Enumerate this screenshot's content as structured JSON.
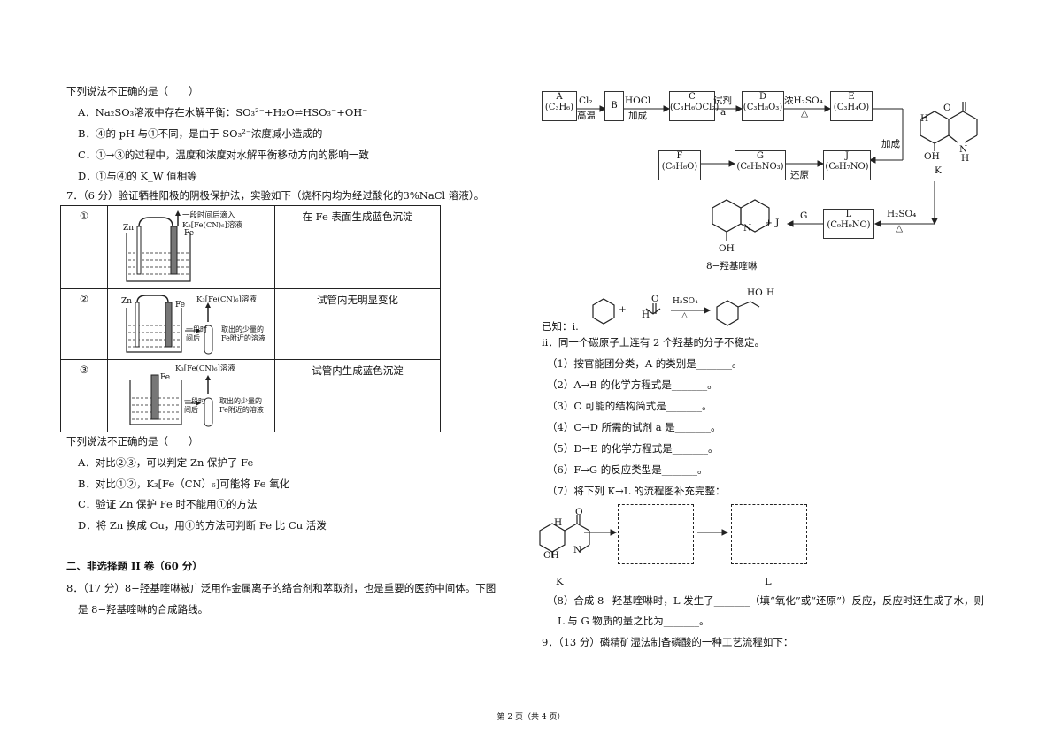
{
  "left": {
    "q6_prompt": "下列说法不正确的是（　　）",
    "q6_options": [
      "A．Na₂SO₃溶液中存在水解平衡：SO₃²⁻+H₂O⇌HSO₃⁻+OH⁻",
      "B．④的 pH 与①不同，是由于 SO₃²⁻浓度减小造成的",
      "C．①→③的过程中，温度和浓度对水解平衡移动方向的影响一致",
      "D．①与④的 K_W 值相等"
    ],
    "q7_title": "7．（6 分）验证牺牲阳极的阴极保护法，实验如下（烧杯内均为经过酸化的3%NaCl 溶液）。",
    "q7_rows": [
      {
        "num": "①",
        "result": "在 Fe 表面生成蓝色沉淀",
        "labels": [
          "一段时间后滴入",
          "K₃[Fe(CN)₆]溶液",
          "Zn",
          "Fe"
        ]
      },
      {
        "num": "②",
        "result": "试管内无明显变化",
        "labels": [
          "K₃[Fe(CN)₆]溶液",
          "Zn",
          "Fe",
          "一段时",
          "间后",
          "取出的少量的",
          "Fe附近的溶液"
        ]
      },
      {
        "num": "③",
        "result": "试管内生成蓝色沉淀",
        "labels": [
          "K₃[Fe(CN)₆]溶液",
          "Fe",
          "一段时",
          "间后",
          "取出的少量的",
          "Fe附近的溶液"
        ]
      }
    ],
    "q7_prompt": "下列说法不正确的是（　　）",
    "q7_options": [
      "A．对比②③，可以判定 Zn 保护了 Fe",
      "B．对比①②，K₃[Fe（CN）₆]可能将 Fe 氧化",
      "C．验证 Zn 保护 Fe 时不能用①的方法",
      "D．将 Zn 换成 Cu，用①的方法可判断 Fe 比 Cu 活泼"
    ],
    "section2": "二、非选择题 II 卷（60 分）",
    "q8_intro_1": "8．（17 分）8−羟基喹啉被广泛用作金属离子的络合剂和萃取剂，也是重要的医药中间体。下图",
    "q8_intro_2": "是 8−羟基喹啉的合成路线。"
  },
  "right": {
    "flow_boxes": {
      "A": [
        "A",
        "(C₃H₆)"
      ],
      "B": [
        "B"
      ],
      "C": [
        "C",
        "(C₃H₆OCl₂)"
      ],
      "D": [
        "D",
        "(C₃H₈O₃)"
      ],
      "E": [
        "E",
        "(C₃H₄O)"
      ],
      "F": [
        "F",
        "(C₆H₆O)"
      ],
      "G": [
        "G",
        "(C₆H₅NO₃)"
      ],
      "J": [
        "J",
        "(C₆H₇NO)"
      ],
      "L": [
        "L",
        "(C₉H₉NO)"
      ]
    },
    "flow_arrows": {
      "ab_top": "Cl₂",
      "ab_bottom": "高温",
      "bc_top": "HOCl",
      "bc_bottom": "加成",
      "cd_top": "试剂",
      "cd_bottom": "a",
      "de_top": "浓H₂SO₄",
      "de_bottom": "△",
      "gj_bottom": "还原",
      "add": "加成",
      "kl_top": "H₂SO₄",
      "kl_bottom": "△",
      "g_label": "G",
      "plus_j": "+ J",
      "k_label": "K",
      "product": "8−羟基喹啉",
      "oh": "OH",
      "h": "H",
      "n": "N",
      "o": "O"
    },
    "known_label": "已知：i.",
    "known_arrow_top": "H₂SO₄",
    "known_arrow_bottom": "△",
    "known_ii": "ii．同一个碳原子上连有 2 个羟基的分子不稳定。",
    "questions": [
      "（1）按官能团分类，A 的类别是_______。",
      "（2）A→B 的化学方程式是_______。",
      "（3）C 可能的结构简式是_______。",
      "（4）C→D 所需的试剂 a 是_______。",
      "（5）D→E 的化学方程式是_______。",
      "（6）F→G 的反应类型是_______。",
      "（7）将下列 K→L 的流程图补充完整："
    ],
    "k_caption": "K",
    "l_caption": "L",
    "q8_8_a": "（8）合成 8−羟基喹啉时，L 发生了_______（填“氧化”或“还原”）反应，反应时还生成了水，则",
    "q8_8_b": "L 与 G 物质的量之比为_______。",
    "q9": "9．（13 分）磷精矿湿法制备磷酸的一种工艺流程如下："
  },
  "footer": "第 2 页（共 4 页）"
}
